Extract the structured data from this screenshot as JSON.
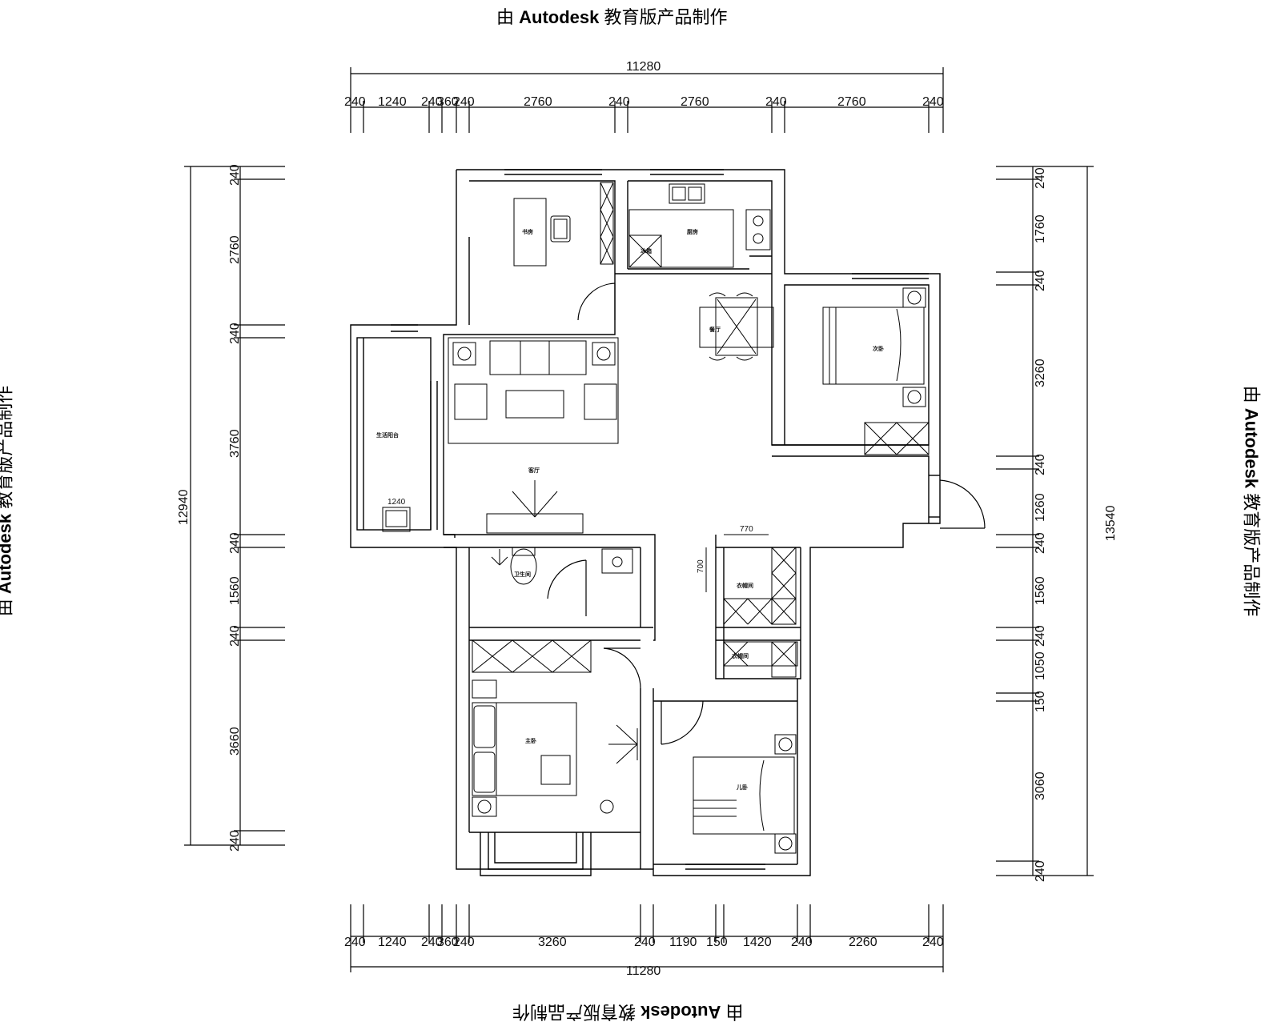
{
  "watermark": {
    "prefix": "由 ",
    "brand": "Autodesk",
    "suffix": " 教育版产品制作"
  },
  "dimensions": {
    "top_total": "11280",
    "top_segments": [
      "240",
      "1240",
      "240",
      "360",
      "240",
      "2760",
      "240",
      "2760",
      "240",
      "2760",
      "240"
    ],
    "bottom_total": "11280",
    "bottom_segments": [
      "240",
      "1240",
      "240",
      "360",
      "240",
      "3260",
      "240",
      "1190",
      "150",
      "1420",
      "240",
      "2260",
      "240"
    ],
    "left_total": "12940",
    "left_segments": [
      "240",
      "2760",
      "240",
      "3760",
      "240",
      "1560",
      "240",
      "3660",
      "240"
    ],
    "right_total": "13540",
    "right_segments": [
      "240",
      "1760",
      "240",
      "3260",
      "240",
      "1260",
      "240",
      "1560",
      "240",
      "1050",
      "150",
      "3060",
      "240"
    ],
    "inner_notes": [
      "1240",
      "770",
      "700"
    ]
  },
  "rooms": {
    "study": "书房",
    "kitchen": "厨房",
    "dining": "餐厅",
    "second_bedroom": "次卧",
    "balcony": "生活阳台",
    "living": "客厅",
    "bath": "卫生间",
    "cloak1": "衣帽间",
    "cloak2": "衣帽间",
    "master": "主卧",
    "guest": "儿卧",
    "fridge": "冰箱"
  },
  "colors": {
    "line": "#000000",
    "background": "#ffffff"
  }
}
